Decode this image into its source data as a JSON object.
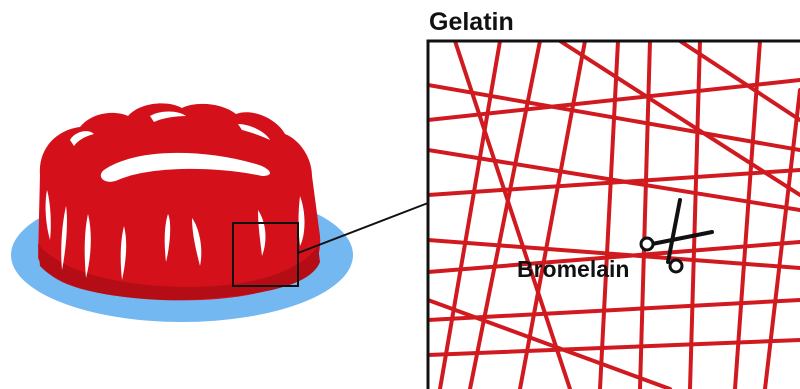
{
  "panel_title": "Gelatin",
  "enzyme_label": "Bromelain",
  "illustration": {
    "dessert": "gelatin-mold",
    "cutter_icon": "scissors-icon"
  },
  "colors": {
    "gelatin_red": "#d4111b",
    "gelatin_dark": "#b50d16",
    "highlight": "#ffffff",
    "plate_blue": "#74b8f2",
    "outline": "#111111",
    "fiber_red": "#d01a1f",
    "background": "#ffffff"
  }
}
